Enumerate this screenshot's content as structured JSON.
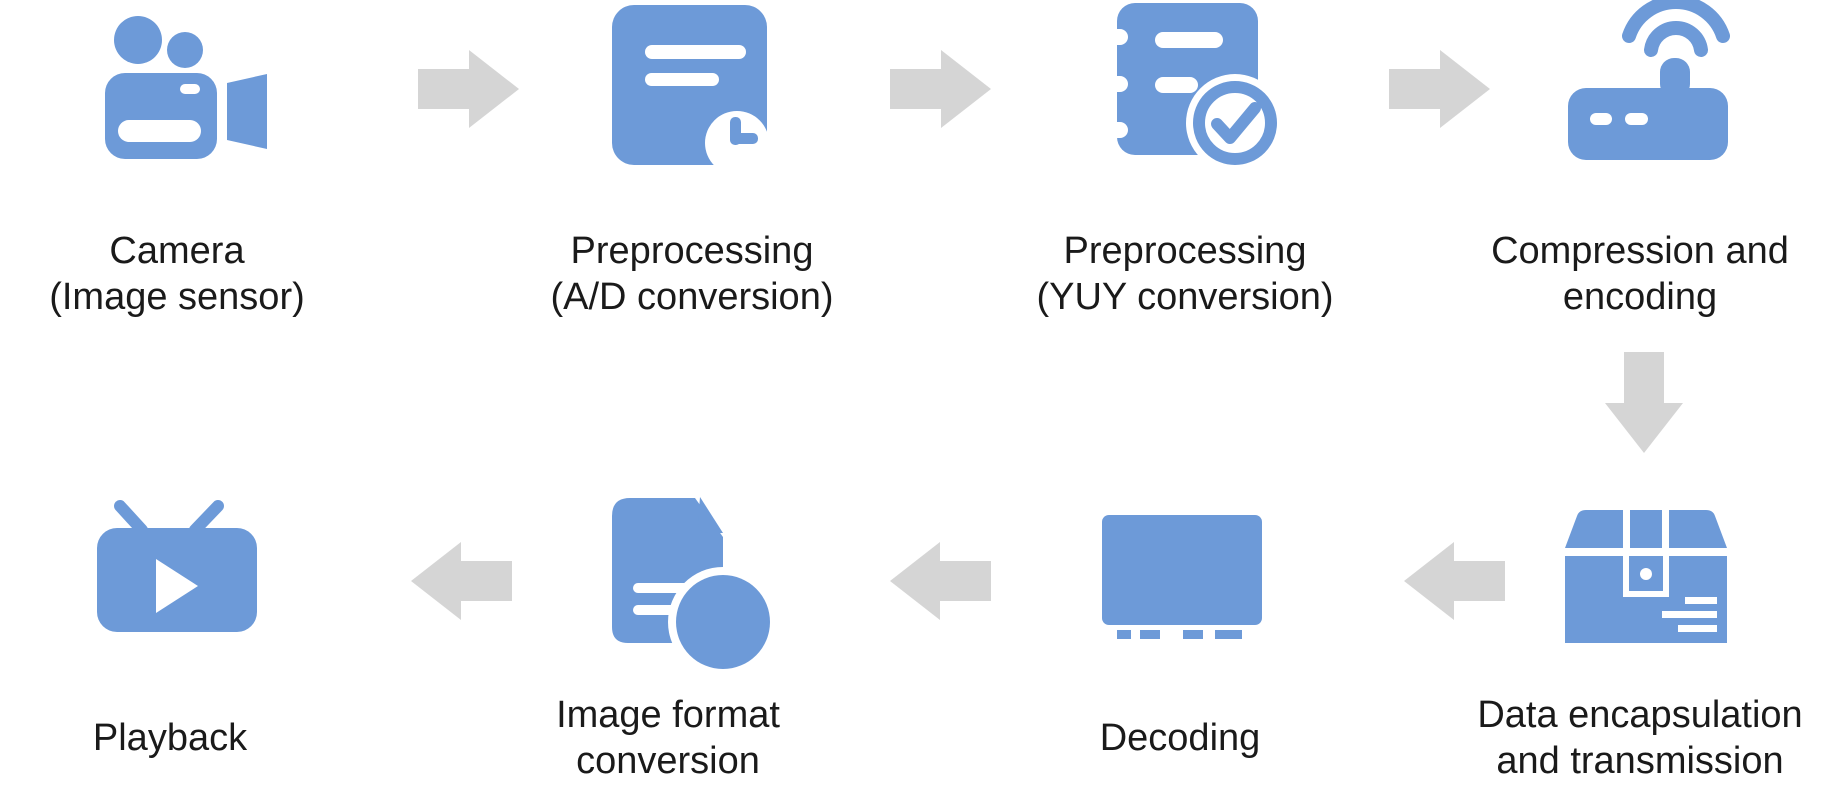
{
  "diagram": {
    "background": "#ffffff",
    "icon_color": "#6d9ad8",
    "arrow_color": "#d5d5d5",
    "label_color": "#1a1a1a",
    "top_row": [
      {
        "icon": "video-camera-icon",
        "line1": "Camera",
        "line2": "(Image sensor)"
      },
      {
        "icon": "document-clock-icon",
        "line1": "Preprocessing",
        "line2": "(A/D conversion)"
      },
      {
        "icon": "notebook-check-icon",
        "line1": "Preprocessing",
        "line2": "(YUY conversion)"
      },
      {
        "icon": "wireless-router-icon",
        "line1": "Compression and",
        "line2": "encoding"
      }
    ],
    "bottom_row": [
      {
        "icon": "package-box-icon",
        "line1": "Data encapsulation",
        "line2": "and transmission"
      },
      {
        "icon": "screen-decoder-icon",
        "line1": "Decoding"
      },
      {
        "icon": "document-convert-icon",
        "line1": "Image format",
        "line2": "conversion"
      },
      {
        "icon": "tv-play-icon",
        "line1": "Playback"
      }
    ],
    "arrows": [
      {
        "direction": "right"
      },
      {
        "direction": "right"
      },
      {
        "direction": "right"
      },
      {
        "direction": "down"
      },
      {
        "direction": "left"
      },
      {
        "direction": "left"
      },
      {
        "direction": "left"
      }
    ]
  }
}
